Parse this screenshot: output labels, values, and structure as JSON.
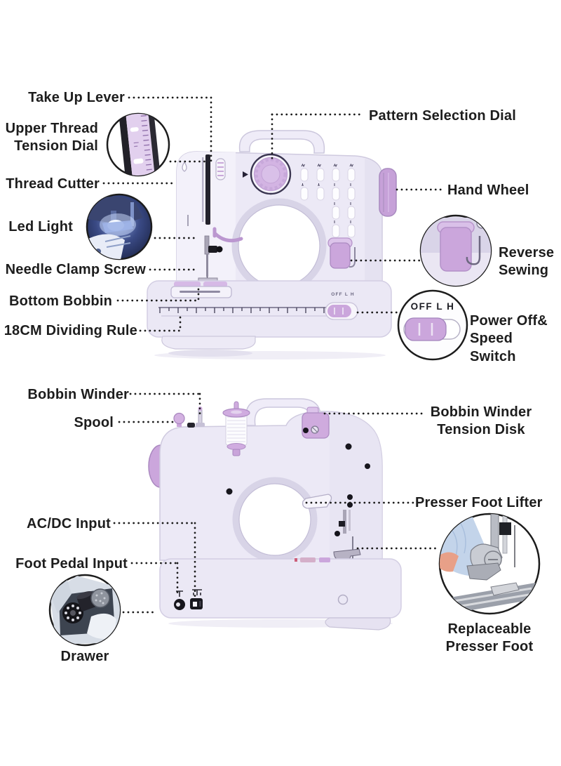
{
  "diagram": {
    "front_view": {
      "labels": {
        "take_up_lever": "Take Up Lever",
        "upper_thread_tension_dial": "Upper Thread Tension Dial",
        "thread_cutter": "Thread Cutter",
        "led_light": "Led Light",
        "needle_clamp_screw": "Needle Clamp Screw",
        "bottom_bobbin": "Bottom Bobbin",
        "dividing_rule": "18CM Dividing Rule",
        "pattern_selection_dial": "Pattern Selection Dial",
        "hand_wheel": "Hand Wheel",
        "reverse_sewing": "Reverse Sewing",
        "power_speed_switch": "Power Off& Speed Switch"
      },
      "switch_inset_label": "OFF L H",
      "machine_switch_label": "OFF L H"
    },
    "back_view": {
      "labels": {
        "bobbin_winder": "Bobbin Winder",
        "spool": "Spool",
        "ac_dc_input": "AC/DC Input",
        "foot_pedal_input": "Foot Pedal Input",
        "drawer": "Drawer",
        "bobbin_winder_tension_disk": "Bobbin Winder Tension Disk",
        "presser_foot_lifter": "Presser Foot Lifter",
        "replaceable_presser_foot": "Replaceable Presser Foot"
      }
    },
    "colors": {
      "background": "#ffffff",
      "machine_body": "#ece9f6",
      "machine_shadow": "#d8d4e7",
      "purple_accent": "#cba6dc",
      "purple_light": "#dcc4ea",
      "leader_dots": "#1b1b1b",
      "label_text": "#1d1d1d",
      "led_inset_blue": "#2a3560"
    }
  }
}
